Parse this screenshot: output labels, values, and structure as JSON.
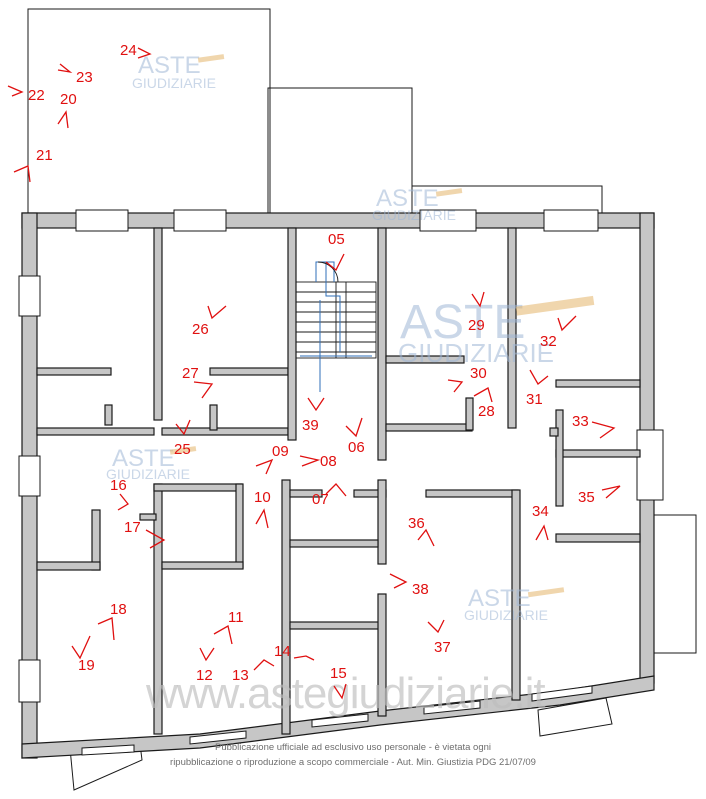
{
  "photo_markers": [
    {
      "label": "05"
    },
    {
      "label": "06"
    },
    {
      "label": "07"
    },
    {
      "label": "08"
    },
    {
      "label": "09"
    },
    {
      "label": "10"
    },
    {
      "label": "11"
    },
    {
      "label": "12"
    },
    {
      "label": "13"
    },
    {
      "label": "14"
    },
    {
      "label": "15"
    },
    {
      "label": "16"
    },
    {
      "label": "17"
    },
    {
      "label": "18"
    },
    {
      "label": "19"
    },
    {
      "label": "20"
    },
    {
      "label": "21"
    },
    {
      "label": "22"
    },
    {
      "label": "23"
    },
    {
      "label": "24"
    },
    {
      "label": "25"
    },
    {
      "label": "26"
    },
    {
      "label": "27"
    },
    {
      "label": "28"
    },
    {
      "label": "29"
    },
    {
      "label": "30"
    },
    {
      "label": "31"
    },
    {
      "label": "32"
    },
    {
      "label": "33"
    },
    {
      "label": "34"
    },
    {
      "label": "35"
    },
    {
      "label": "36"
    },
    {
      "label": "37"
    },
    {
      "label": "38"
    },
    {
      "label": "39"
    }
  ],
  "watermark": {
    "brand_line1": "ASTE",
    "brand_line2": "GIUDIZIARIE",
    "site": "www.astegiudiziarie.it",
    "brand_color": "#9fb6d6",
    "marker_color": "#e01010"
  },
  "footer": {
    "line1": "Pubblicazione ufficiale ad esclusivo uso personale - è vietata ogni",
    "line2": "ripubblicazione o riproduzione a scopo commerciale - Aut. Min. Giustizia PDG 21/07/09"
  }
}
